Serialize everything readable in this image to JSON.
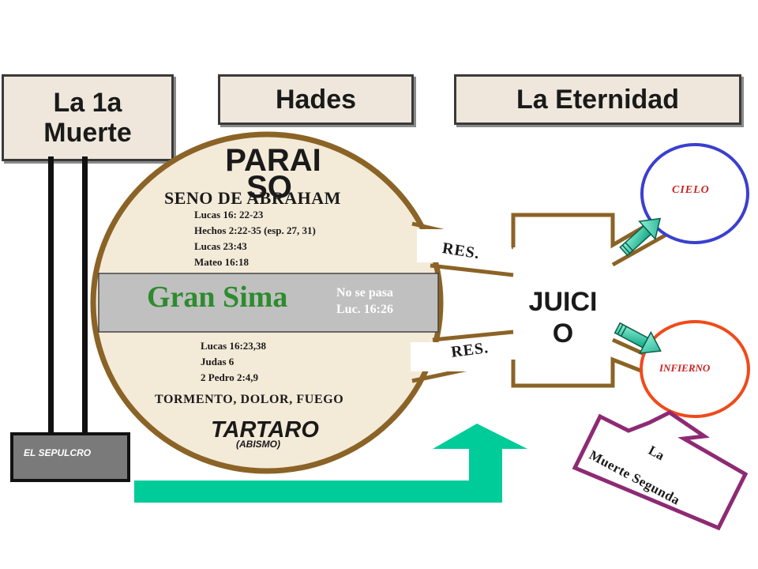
{
  "headers": {
    "first_death_line1": "La 1a",
    "first_death_line2": "Muerte",
    "hades": "Hades",
    "eternity": "La Eternidad"
  },
  "paradise": {
    "title_line1": "PARAI",
    "title_line2": "SO",
    "subtitle": "SENO DE ABRAHAM",
    "refs": [
      "Lucas 16: 22-23",
      "Hechos 2:22-35 (esp. 27, 31)",
      "Lucas 23:43",
      "Mateo 16:18"
    ]
  },
  "gulf": {
    "title": "Gran Sima",
    "note_line1": "No se pasa",
    "note_line2": "Luc. 16:26"
  },
  "torment": {
    "refs": [
      "Lucas 16:23,38",
      "Judas 6",
      "2 Pedro 2:4,9"
    ],
    "subtitle": "TORMENTO, DOLOR, FUEGO",
    "title": "TARTARO",
    "note": "(ABISMO)"
  },
  "resurrection": {
    "upper": "RES.",
    "lower": "RES."
  },
  "judgment": {
    "line1": "JUICI",
    "line2": "O"
  },
  "heaven": "CIELO",
  "hell": "INFIERNO",
  "grave": "EL SEPULCRO",
  "second_death": {
    "line1": "La",
    "line2": "Muerte Segunda"
  },
  "colors": {
    "circle_fill": "#f3ead8",
    "circle_border": "#8b6326",
    "gulf_fill": "#c0c0c0",
    "gulf_text": "#2e8b2e",
    "frame_border": "#8b6326",
    "heaven_circle": "#3b3fcf",
    "hell_circle": "#f04a1a",
    "label_red": "#cc2222",
    "arrow_teal": "#1fc8a0",
    "second_death_border": "#8e2a73",
    "grave_fill": "#7a7a7a"
  }
}
